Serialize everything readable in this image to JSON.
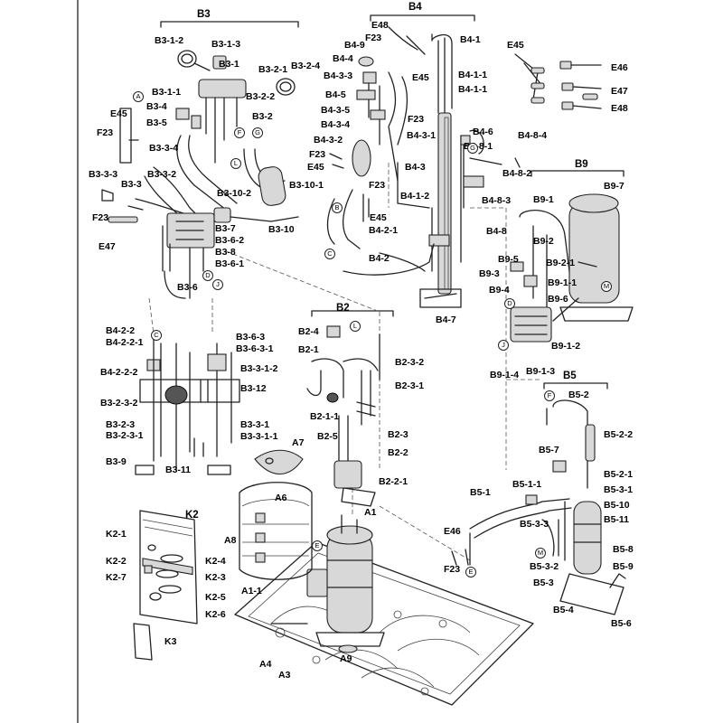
{
  "groups": {
    "B2": "B2",
    "B3": "B3",
    "B4": "B4",
    "B5": "B5",
    "B9": "B9",
    "K2": "K2"
  },
  "labels": {
    "b3_1_2": "B3-1-2",
    "b3_1_3": "B3-1-3",
    "b3_1": "B3-1",
    "b3_2_1": "B3-2-1",
    "b3_2_4": "B3-2-4",
    "b3_2_2": "B3-2-2",
    "b3_2": "B3-2",
    "b3_1_1": "B3-1-1",
    "b3_4": "B3-4",
    "b3_5": "B3-5",
    "e45_a": "E45",
    "f23_a": "F23",
    "b3_3_4": "B3-3-4",
    "b3_3_3": "B3-3-3",
    "b3_3": "B3-3",
    "b3_3_2": "B3-3-2",
    "b3_10_2": "B3-10-2",
    "b3_10_1": "B3-10-1",
    "b3_10": "B3-10",
    "f23_b": "F23",
    "e47_a": "E47",
    "b3_7": "B3-7",
    "b3_6_2": "B3-6-2",
    "b3_8": "B3-8",
    "b3_6_1": "B3-6-1",
    "b3_6": "B3-6",
    "e48_a": "E48",
    "f23_c": "F23",
    "b4_9": "B4-9",
    "b4_4": "B4-4",
    "b4_3_3": "B4-3-3",
    "b4_5": "B4-5",
    "b4_3_5": "B4-3-5",
    "b4_3_4": "B4-3-4",
    "b4_3_2": "B4-3-2",
    "f23_d": "F23",
    "e45_b": "E45",
    "e45_c": "E45",
    "f23_e": "F23",
    "b4_1": "B4-1",
    "b4_1_1a": "B4-1-1",
    "b4_1_1b": "B4-1-1",
    "b4_3_1": "B4-3-1",
    "b4_3": "B4-3",
    "f23_f": "F23",
    "b4_1_2": "B4-1-2",
    "e45_d": "E45",
    "b4_2_1": "B4-2-1",
    "b4_2": "B4-2",
    "b4_7": "B4-7",
    "b4_6": "B4-6",
    "b4_8_1": "B4-8-1",
    "b4_8_4": "B4-8-4",
    "b4_8_2": "B4-8-2",
    "b4_8_3": "B4-8-3",
    "b4_8": "B4-8",
    "e45_e": "E45",
    "e46_a": "E46",
    "e47_b": "E47",
    "e48_b": "E48",
    "b9_7": "B9-7",
    "b9_1": "B9-1",
    "b9_2": "B9-2",
    "b9_5": "B9-5",
    "b9_3": "B9-3",
    "b9_4": "B9-4",
    "b9_2_1": "B9-2-1",
    "b9_1_1": "B9-1-1",
    "b9_6": "B9-6",
    "b9_1_2": "B9-1-2",
    "b9_1_4": "B9-1-4",
    "b9_1_3": "B9-1-3",
    "b4_2_2": "B4-2-2",
    "b4_2_2_1": "B4-2-2-1",
    "b4_2_2_2": "B4-2-2-2",
    "b3_2_3_2": "B3-2-3-2",
    "b3_2_3": "B3-2-3",
    "b3_2_3_1": "B3-2-3-1",
    "b3_9": "B3-9",
    "b3_11": "B3-11",
    "b3_6_3": "B3-6-3",
    "b3_6_3_1": "B3-6-3-1",
    "b3_3_1_2": "B3-3-1-2",
    "b3_12": "B3-12",
    "b3_3_1": "B3-3-1",
    "b3_3_1_1": "B3-3-1-1",
    "b2_4": "B2-4",
    "b2_1": "B2-1",
    "b2_3_2": "B2-3-2",
    "b2_3_1": "B2-3-1",
    "b2_1_1": "B2-1-1",
    "b2_5": "B2-5",
    "b2_3": "B2-3",
    "b2_2": "B2-2",
    "b2_2_1": "B2-2-1",
    "a7": "A7",
    "a6": "A6",
    "a8": "A8",
    "a1": "A1",
    "a1_1": "A1-1",
    "a4": "A4",
    "a3": "A3",
    "a9": "A9",
    "k2_1": "K2-1",
    "k2_2": "K2-2",
    "k2_7": "K2-7",
    "k2_4": "K2-4",
    "k2_3": "K2-3",
    "k2_5": "K2-5",
    "k2_6": "K2-6",
    "k3": "K3",
    "b5_2": "B5-2",
    "b5_2_2": "B5-2-2",
    "b5_7": "B5-7",
    "b5_2_1": "B5-2-1",
    "b5_1_1": "B5-1-1",
    "b5_3_1": "B5-3-1",
    "b5_1": "B5-1",
    "b5_10": "B5-10",
    "b5_11": "B5-11",
    "b5_3_3": "B5-3-3",
    "e46_b": "E46",
    "b5_8": "B5-8",
    "f23_g": "F23",
    "b5_3_2": "B5-3-2",
    "b5_9": "B5-9",
    "b5_3": "B5-3",
    "b5_4": "B5-4",
    "b5_6": "B5-6"
  },
  "markers": {
    "A": "A",
    "C": "C",
    "D": "D",
    "E": "E",
    "F": "F",
    "G": "G",
    "J": "J",
    "L": "L",
    "M": "M",
    "B": "B"
  }
}
